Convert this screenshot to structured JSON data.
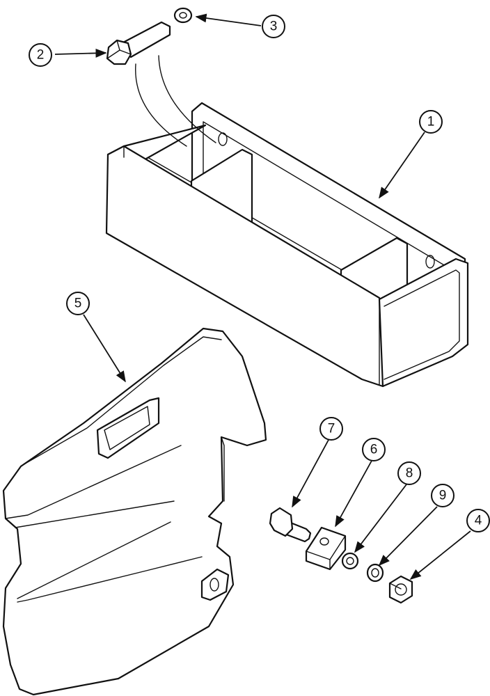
{
  "figure": {
    "callouts": {
      "c1": "1",
      "c2": "2",
      "c3": "3",
      "c4": "4",
      "c5": "5",
      "c6": "6",
      "c7": "7",
      "c8": "8",
      "c9": "9"
    }
  },
  "colors": {
    "ink": "#111111",
    "paper": "#ffffff"
  }
}
